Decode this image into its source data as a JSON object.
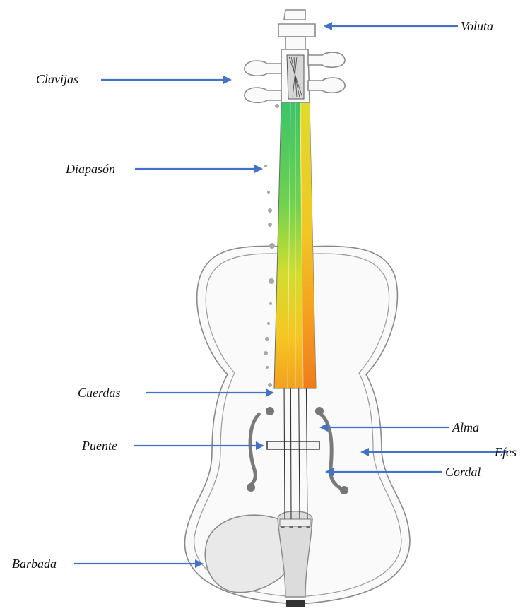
{
  "labels": {
    "voluta": "Voluta",
    "clavijas": "Clavijas",
    "diapason": "Diapasón",
    "cuerdas": "Cuerdas",
    "alma": "Alma",
    "puente": "Puente",
    "efes": "Efes",
    "cordal": "Cordal",
    "barbada": "Barbada"
  },
  "colors": {
    "arrow": "#4472c4",
    "fingerboard_gradient": [
      "#3cc36a",
      "#7cd64a",
      "#d8e02c",
      "#f5c623",
      "#f08a1e"
    ],
    "outline": "#8a8a8a"
  }
}
